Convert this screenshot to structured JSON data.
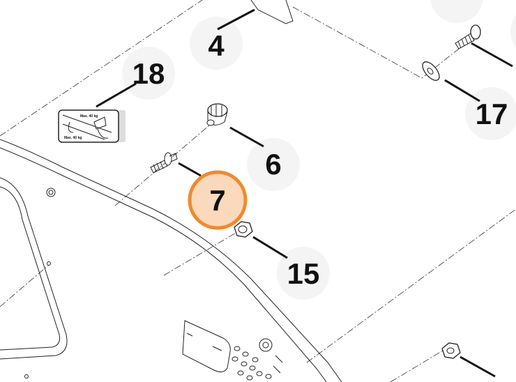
{
  "diagram": {
    "callouts": [
      {
        "id": "4",
        "label": "4"
      },
      {
        "id": "18",
        "label": "18"
      },
      {
        "id": "6",
        "label": "6"
      },
      {
        "id": "7",
        "label": "7",
        "highlighted": true
      },
      {
        "id": "15",
        "label": "15"
      },
      {
        "id": "17",
        "label": "17"
      }
    ],
    "sticker": {
      "text_top": "Max. 40 kg",
      "text_bottom": "Max. 40 kg"
    },
    "highlight_color": "#f08a2c",
    "highlight_fill": "#fbd9bd"
  }
}
